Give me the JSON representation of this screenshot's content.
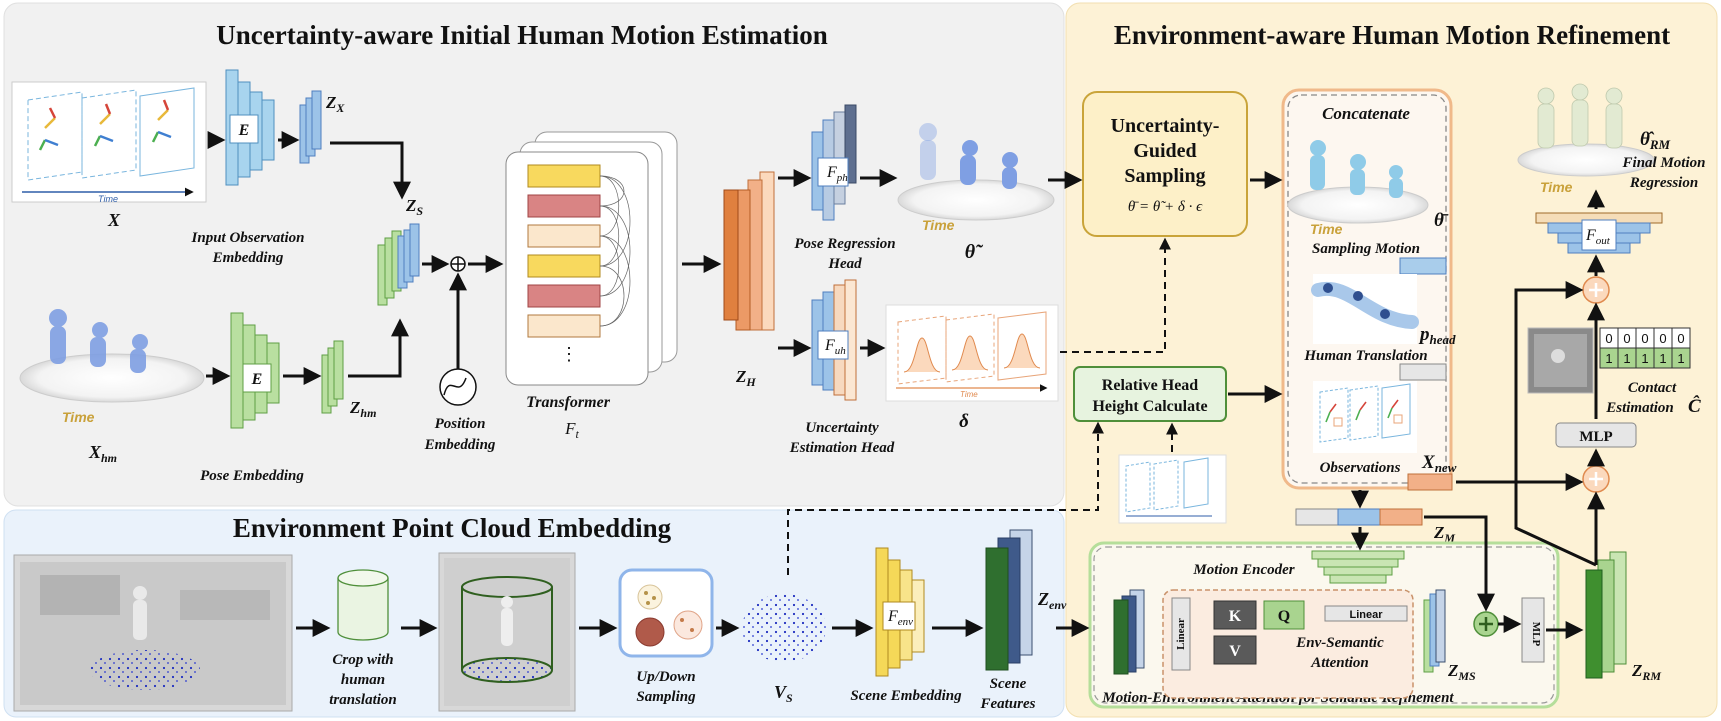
{
  "sections": {
    "initial": "Uncertainty-aware Initial Human Motion Estimation",
    "refinement": "Environment-aware Human Motion Refinement",
    "env": "Environment Point Cloud Embedding"
  },
  "labels": {
    "x_in": "X",
    "x_hm": "X",
    "x_hm_sub": "hm",
    "time": "Time",
    "input_obs_1": "Input Observation",
    "input_obs_2": "Embedding",
    "pose_emb": "Pose Embedding",
    "E": "E",
    "zx": "Z",
    "zx_sub": "X",
    "zs": "Z",
    "zs_sub": "S",
    "zhm": "Z",
    "zhm_sub": "hm",
    "pos_emb_1": "Position",
    "pos_emb_2": "Embedding",
    "transformer": "Transformer",
    "ft": "F",
    "ft_sub": "t",
    "zh": "Z",
    "zh_sub": "H",
    "fph": "F",
    "fph_sub": "ph",
    "fuh": "F",
    "fuh_sub": "uh",
    "pose_head_1": "Pose Regression",
    "pose_head_2": "Head",
    "unc_head_1": "Uncertainty",
    "unc_head_2": "Estimation Head",
    "theta_tilde": "θ̃",
    "delta": "δ",
    "ugs_1": "Uncertainty-",
    "ugs_2": "Guided",
    "ugs_3": "Sampling",
    "ugs_formula": "θ̄ = θ̃ + δ · ϵ",
    "concat": "Concatenate",
    "sampling_motion": "Sampling Motion",
    "theta_bar": "θ̄",
    "human_translation": "Human Translation",
    "p_head": "p",
    "p_head_sub": "head",
    "observations": "Observations",
    "x_new": "X",
    "x_new_sub": "new",
    "rel_head_1": "Relative Head",
    "rel_head_2": "Height Calculate",
    "zm": "Z",
    "zm_sub": "M",
    "motion_encoder": "Motion Encoder",
    "linear_v": "Linear",
    "K": "K",
    "Q": "Q",
    "V": "V",
    "linear_h": "Linear",
    "env_sem_1": "Env-Semantic",
    "env_sem_2": "Attention",
    "zms": "Z",
    "zms_sub": "MS",
    "mlp_v": "MLP",
    "me_attn": "Motion-Environment Attention for Semantic Refinement",
    "zrm": "Z",
    "zrm_sub": "RM",
    "mlp": "MLP",
    "contact_1": "Contact",
    "contact_2": "Estimation",
    "c_hat": "Ĉ",
    "fout": "F",
    "fout_sub": "out",
    "theta_rm": "θ̂",
    "theta_rm_sub": "RM",
    "final_1": "Final Motion",
    "final_2": "Regression",
    "crop_1": "Crop with",
    "crop_2": "human",
    "crop_3": "translation",
    "updown_1": "Up/Down",
    "updown_2": "Sampling",
    "vs": "V",
    "vs_sub": "S",
    "fenv": "F",
    "fenv_sub": "env",
    "scene_emb": "Scene Embedding",
    "scene_feat_1": "Scene",
    "scene_feat_2": "Features",
    "zenv": "Z",
    "zenv_sub": "env",
    "dots": "⋮"
  },
  "contact_grid": {
    "top": [
      "0",
      "0",
      "0",
      "0",
      "0"
    ],
    "bottom": [
      "1",
      "1",
      "1",
      "1",
      "1"
    ]
  },
  "colors": {
    "panel_gray": "#f0f0f0",
    "panel_yellow": "#fdf3d9",
    "panel_blue": "#e9f1fa",
    "blue_block": "#9cc3e8",
    "green_block": "#a9d48f",
    "orange_block": "#e8894a",
    "yellow_block": "#f5d858",
    "red_block": "#d97a7a"
  }
}
